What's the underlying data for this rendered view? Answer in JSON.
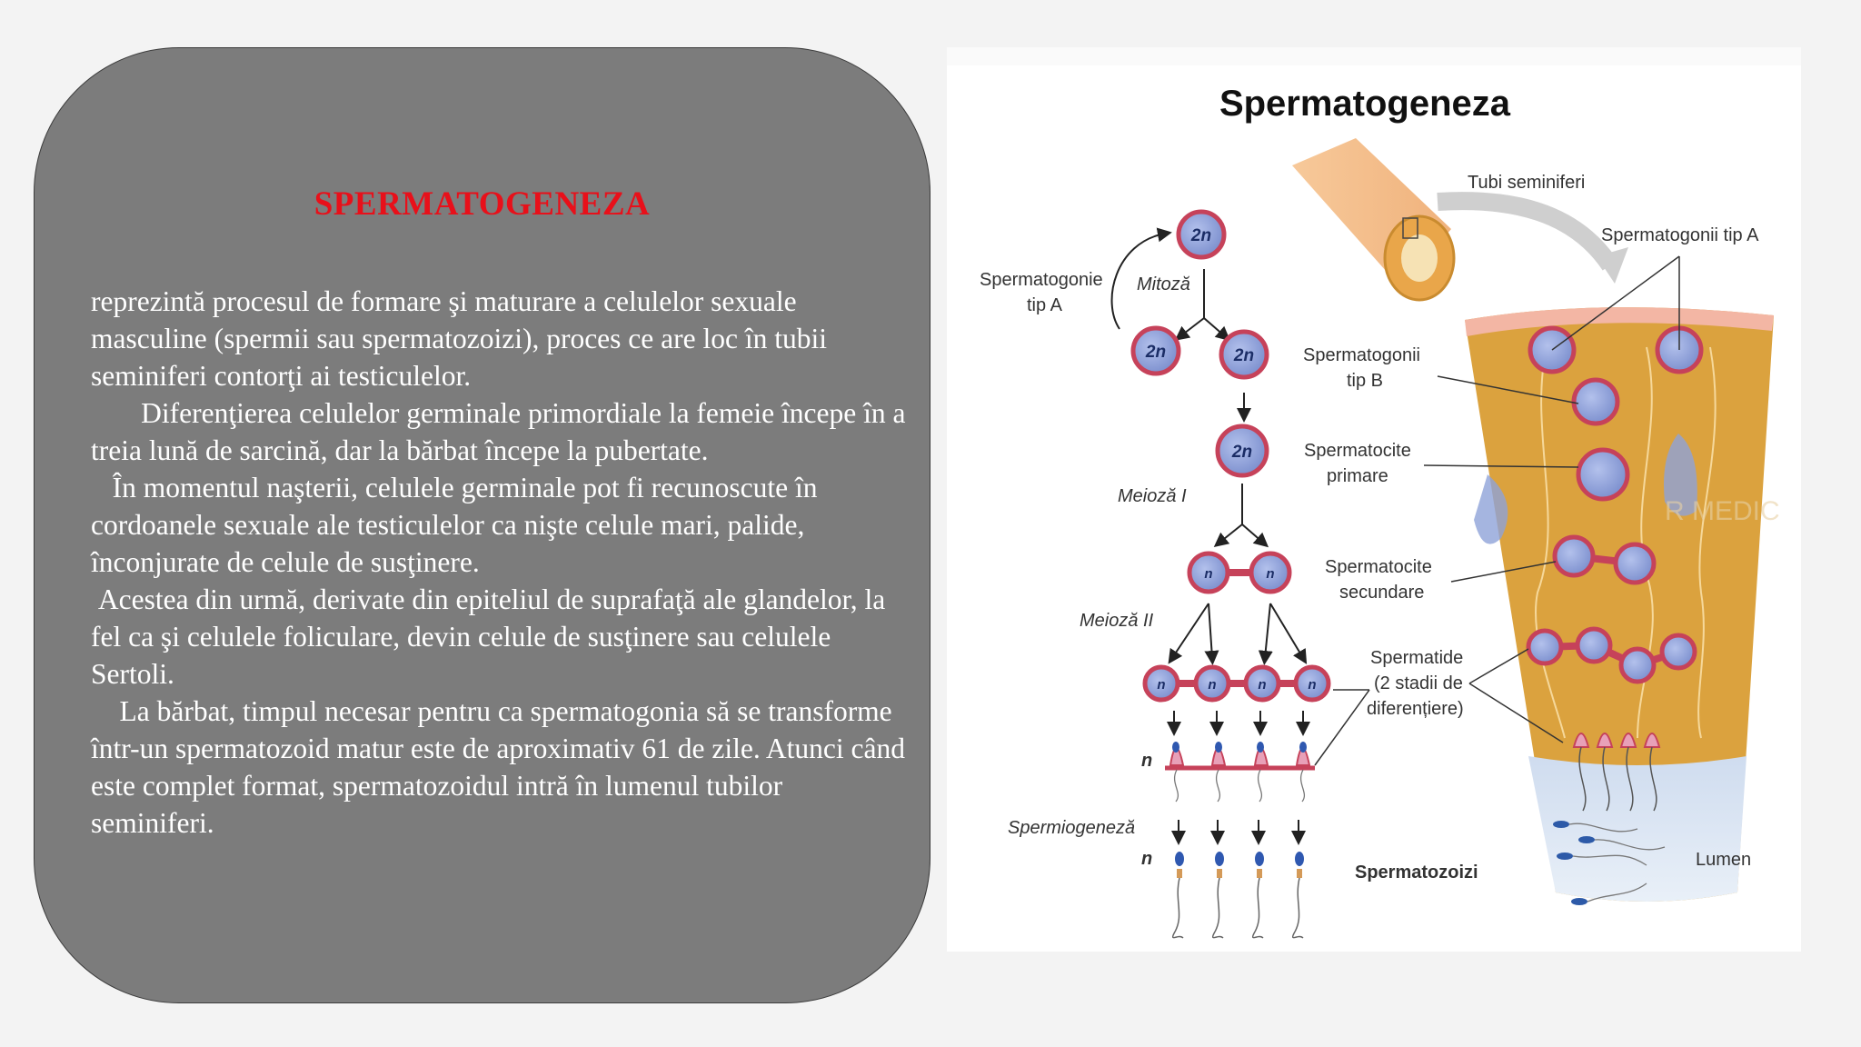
{
  "panel": {
    "title": "SPERMATOGENEZA",
    "paragraphs": [
      "reprezintă procesul de formare şi maturare a celulelor sexuale masculine (spermii sau spermatozoizi), proces ce are loc în tubii seminiferi contorţi ai testiculelor.",
      "       Diferenţierea celulelor germinale primordiale la femeie începe în a treia lună de sarcină, dar la bărbat începe la pubertate.",
      "   În momentul naşterii, celulele germinale pot fi recunoscute în cordoanele sexuale ale testiculelor ca nişte celule mari, palide, înconjurate de celule de susţinere.",
      " Acestea din urmă, derivate din epiteliul de suprafaţă ale glandelor, la fel ca şi celulele foliculare, devin celule de susţinere sau celulele Sertoli.",
      "    La bărbat, timpul necesar pentru ca spermatogonia să se transforme într-un spermatozoid matur este de aproximativ 61 de zile. Atunci când este complet format, spermatozoidul intră în lumenul tubilor seminiferi."
    ]
  },
  "figure": {
    "title": "Spermatogeneza",
    "labels": {
      "tubi": "Tubi seminiferi",
      "spermatogonie_a_1": "Spermatogonie",
      "spermatogonie_a_2": "tip A",
      "mitoza": "Mitoză",
      "meioza1": "Meioză I",
      "meioza2": "Meioză II",
      "spermiogeneza": "Spermiogeneză",
      "spermatogonii_a": "Spermatogonii tip A",
      "spermatogonii_b_1": "Spermatogonii",
      "spermatogonii_b_2": "tip B",
      "primare_1": "Spermatocite",
      "primare_2": "primare",
      "secundare_1": "Spermatocite",
      "secundare_2": "secundare",
      "spermatide_1": "Spermatide",
      "spermatide_2": "(2 stadii de",
      "spermatide_3": "diferențiere)",
      "spermatozoizi": "Spermatozoizi",
      "lumen": "Lumen",
      "ploidy_2n": "2n",
      "ploidy_n": "n"
    },
    "colors": {
      "cell_fill": "#8d9fd6",
      "cell_ring": "#c6425a",
      "tubule": "#dba23e",
      "lumen": "#cfdcef"
    }
  }
}
